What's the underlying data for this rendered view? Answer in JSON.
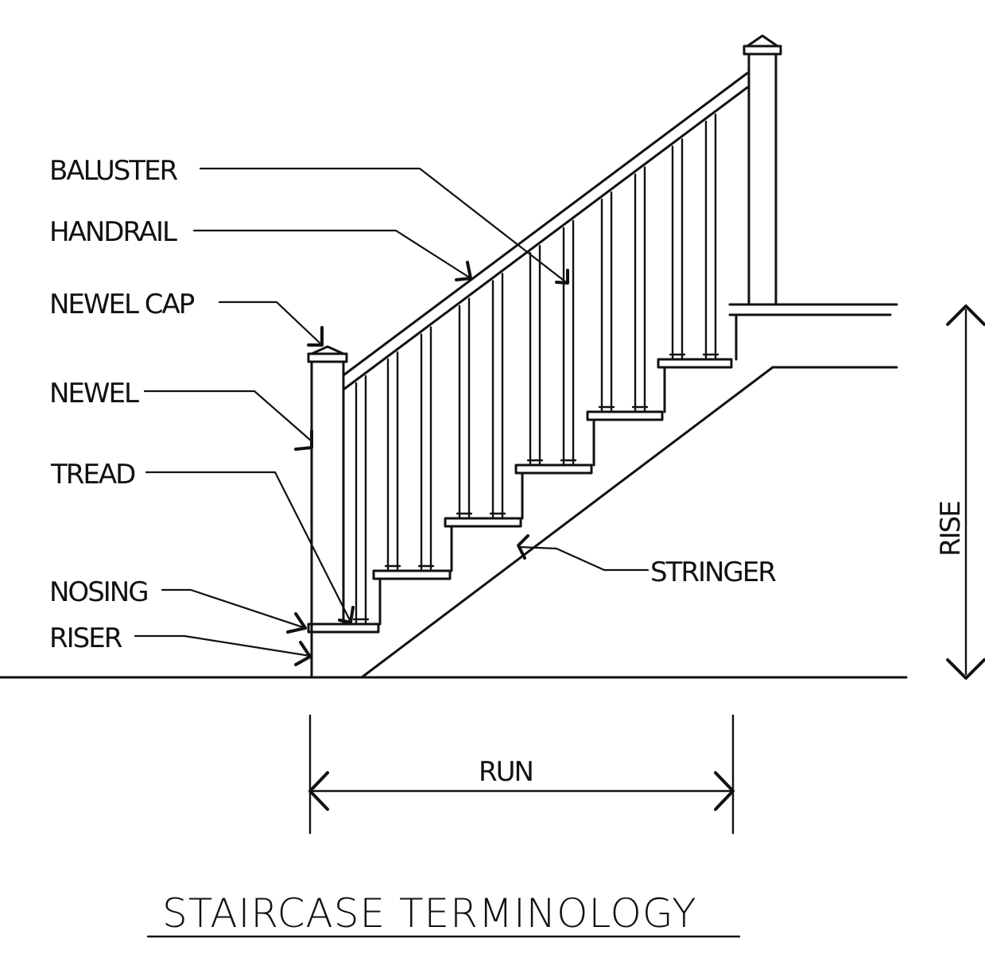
{
  "title": "STAIRCASE TERMINOLOGY",
  "labels": {
    "baluster": "BALUSTER",
    "handrail": "HANDRAIL",
    "newel_cap": "NEWEL CAP",
    "newel": "NEWEL",
    "tread": "TREAD",
    "nosing": "NOSING",
    "riser": "RISER",
    "stringer": "STRINGER",
    "rise": "RISE",
    "run": "RUN"
  }
}
